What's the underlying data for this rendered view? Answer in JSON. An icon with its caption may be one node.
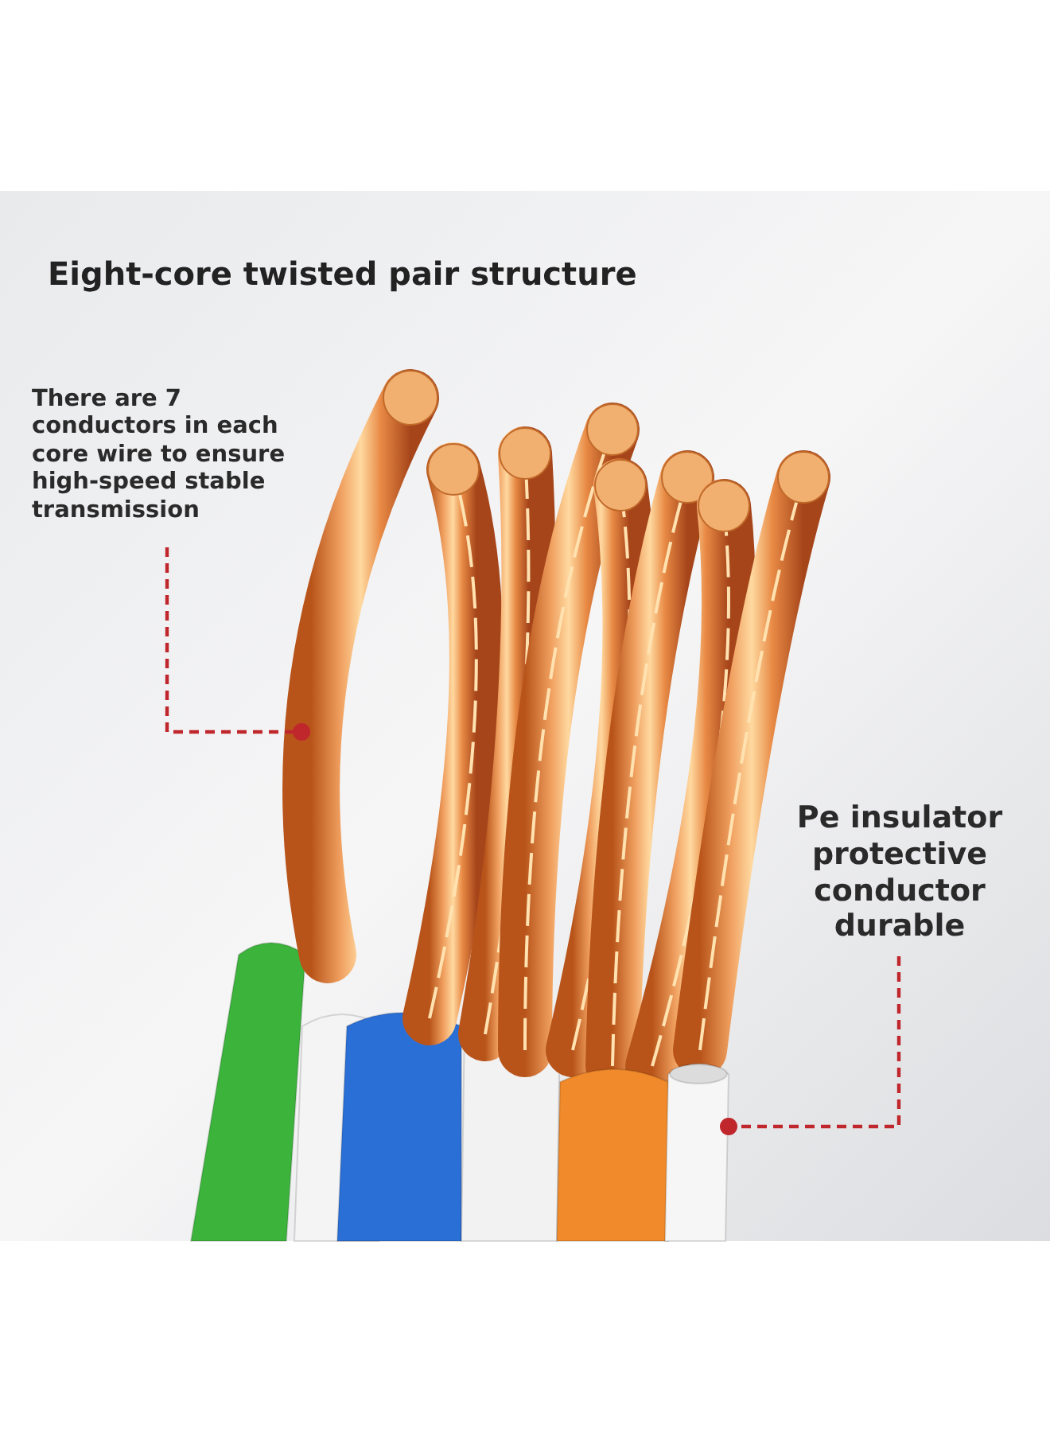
{
  "diagram": {
    "title": "Eight-core twisted pair structure",
    "nodes": [
      {
        "text": [
          "There are 7 conductors in each core wire to ensure high-speed stable transmission"
        ]
      },
      {
        "text": [],
        "shape": "bar"
      },
      {
        "text": [
          "Pe insulator protective conductor durable"
        ]
      },
      {
        "text": [],
        "shape": "cylinder"
      }
    ],
    "edges": [
      {
        "from": 0,
        "to": 1,
        "arrow": "other",
        "style": "dashed"
      },
      {
        "from": 2,
        "to": 3,
        "arrow": "other",
        "style": "dashed"
      }
    ]
  }
}
